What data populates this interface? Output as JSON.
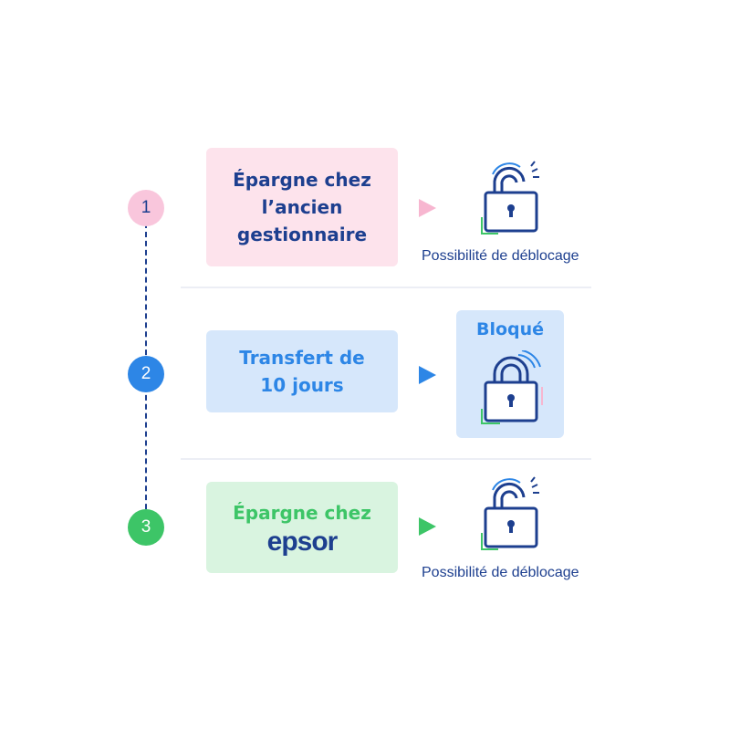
{
  "colors": {
    "navy": "#1d3f8f",
    "pink_bg": "#fde3ec",
    "pink_circle": "#f9c6dc",
    "pink_arrow": "#f7b6d0",
    "blue_bg": "#d6e7fb",
    "blue_accent": "#2d86e6",
    "green_bg": "#d9f4e0",
    "green_accent": "#3dc567",
    "lock_fill": "#ffffff"
  },
  "steps": [
    {
      "number": "1",
      "box_lines": [
        "Épargne chez",
        "l’ancien",
        "gestionnaire"
      ],
      "caption": "Possibilité de déblocage",
      "lock": "open-lock-icon"
    },
    {
      "number": "2",
      "box_lines": [
        "Transfert de",
        "10 jours"
      ],
      "status_label": "Bloqué",
      "lock": "closed-lock-icon"
    },
    {
      "number": "3",
      "box_lines": [
        "Épargne chez"
      ],
      "brand": "epsor",
      "caption": "Possibilité de déblocage",
      "lock": "open-lock-icon"
    }
  ]
}
